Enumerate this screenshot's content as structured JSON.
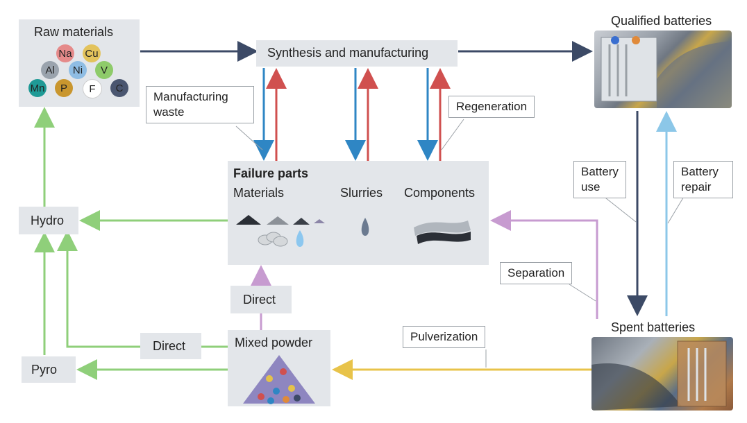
{
  "raw_materials": {
    "title": "Raw materials",
    "elements": [
      {
        "symbol": "Na",
        "color": "#e58a8a"
      },
      {
        "symbol": "Cu",
        "color": "#e3c35c"
      },
      {
        "symbol": "Al",
        "color": "#9aa3ad"
      },
      {
        "symbol": "Ni",
        "color": "#8fbde4"
      },
      {
        "symbol": "V",
        "color": "#8ecb6a"
      },
      {
        "symbol": "Mn",
        "color": "#1f9a96"
      },
      {
        "symbol": "P",
        "color": "#c9962e"
      },
      {
        "symbol": "F",
        "color": "#ffffff"
      },
      {
        "symbol": "C",
        "color": "#4a5670"
      }
    ]
  },
  "synthesis": {
    "label": "Synthesis and manufacturing"
  },
  "qualified": {
    "label": "Qualified batteries"
  },
  "spent": {
    "label": "Spent batteries"
  },
  "failure_parts": {
    "title": "Failure parts",
    "materials": "Materials",
    "slurries": "Slurries",
    "components": "Components"
  },
  "hydro": {
    "label": "Hydro"
  },
  "pyro": {
    "label": "Pyro"
  },
  "mixed_powder": {
    "label": "Mixed powder"
  },
  "direct_up": {
    "label": "Direct"
  },
  "direct_left": {
    "label": "Direct"
  },
  "callouts": {
    "manufacturing_waste": "Manufacturing waste",
    "regeneration": "Regeneration",
    "battery_use": "Battery use",
    "battery_repair": "Battery repair",
    "separation": "Separation",
    "pulverization": "Pulverization"
  },
  "colors": {
    "dark_arrow": "#3c4a66",
    "blue_arrow": "#2f86c4",
    "red_arrow": "#d0504f",
    "green_arrow": "#8fcf7a",
    "purple_arrow": "#c79bd0",
    "yellow_arrow": "#e8c34a",
    "light_blue_arrow": "#8cc7e8"
  }
}
